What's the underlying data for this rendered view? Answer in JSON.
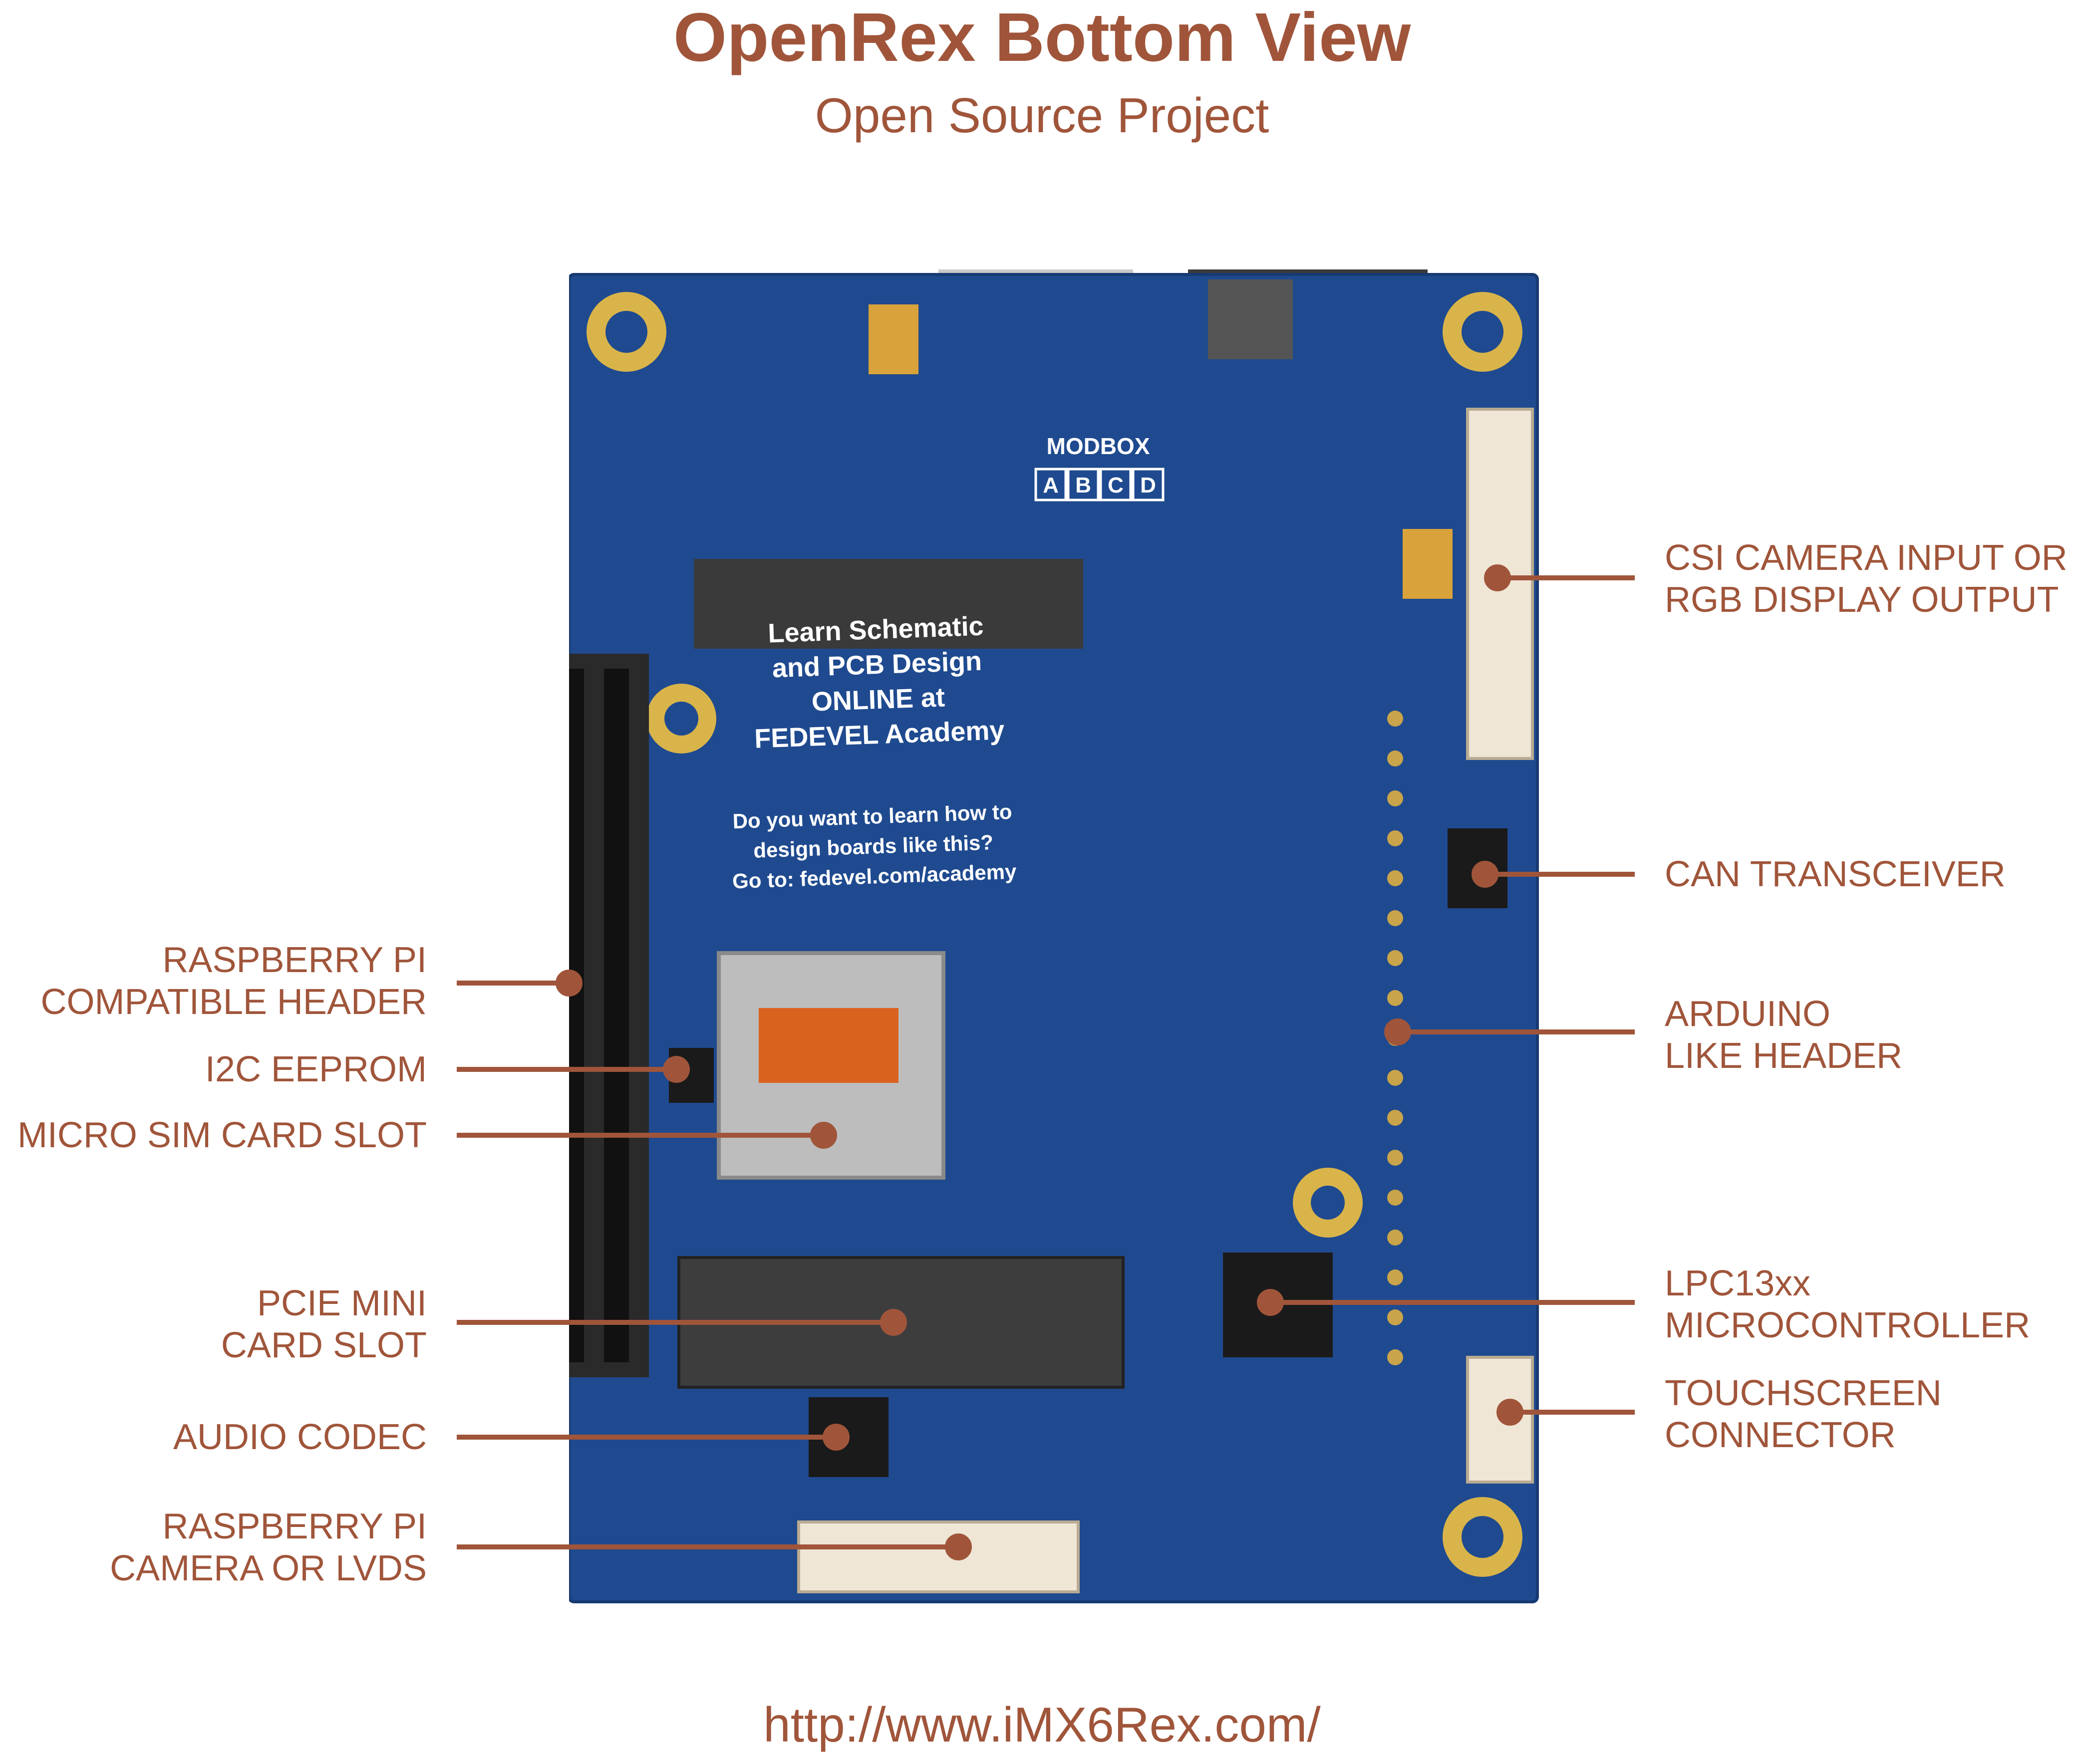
{
  "header": {
    "title": "OpenRex Bottom View",
    "subtitle": "Open Source Project"
  },
  "footer": {
    "url": "http://www.iMX6Rex.com/"
  },
  "board": {
    "silkscreen": {
      "modbox": "MODBOX",
      "modbox_slots": [
        "A",
        "B",
        "C",
        "D"
      ],
      "promo_lines": [
        "Learn Schematic",
        "and PCB Design",
        "ONLINE at",
        "FEDEVEL Academy"
      ],
      "question_lines": [
        "Do you want to learn how to",
        "design boards like this?",
        "Go to: fedevel.com/academy"
      ]
    }
  },
  "labels_left": [
    {
      "lines": [
        "RASPBERRY PI",
        "COMPATIBLE HEADER"
      ]
    },
    {
      "lines": [
        "I2C EEPROM"
      ]
    },
    {
      "lines": [
        "MICRO SIM CARD SLOT"
      ]
    },
    {
      "lines": [
        "PCIE MINI",
        "CARD SLOT"
      ]
    },
    {
      "lines": [
        "AUDIO CODEC"
      ]
    },
    {
      "lines": [
        "RASPBERRY PI",
        "CAMERA OR LVDS"
      ]
    }
  ],
  "labels_right": [
    {
      "lines": [
        "CSI CAMERA INPUT OR",
        "RGB DISPLAY OUTPUT"
      ]
    },
    {
      "lines": [
        "CAN TRANSCEIVER"
      ]
    },
    {
      "lines": [
        "ARDUINO",
        "LIKE HEADER"
      ]
    },
    {
      "lines": [
        "LPC13xx",
        "MICROCONTROLLER"
      ]
    },
    {
      "lines": [
        "TOUCHSCREEN",
        "CONNECTOR"
      ]
    }
  ],
  "colors": {
    "label": "#a0553a",
    "leader": "#a0553a",
    "pcb": "#1f4a8f",
    "pad": "#d9b44a"
  }
}
